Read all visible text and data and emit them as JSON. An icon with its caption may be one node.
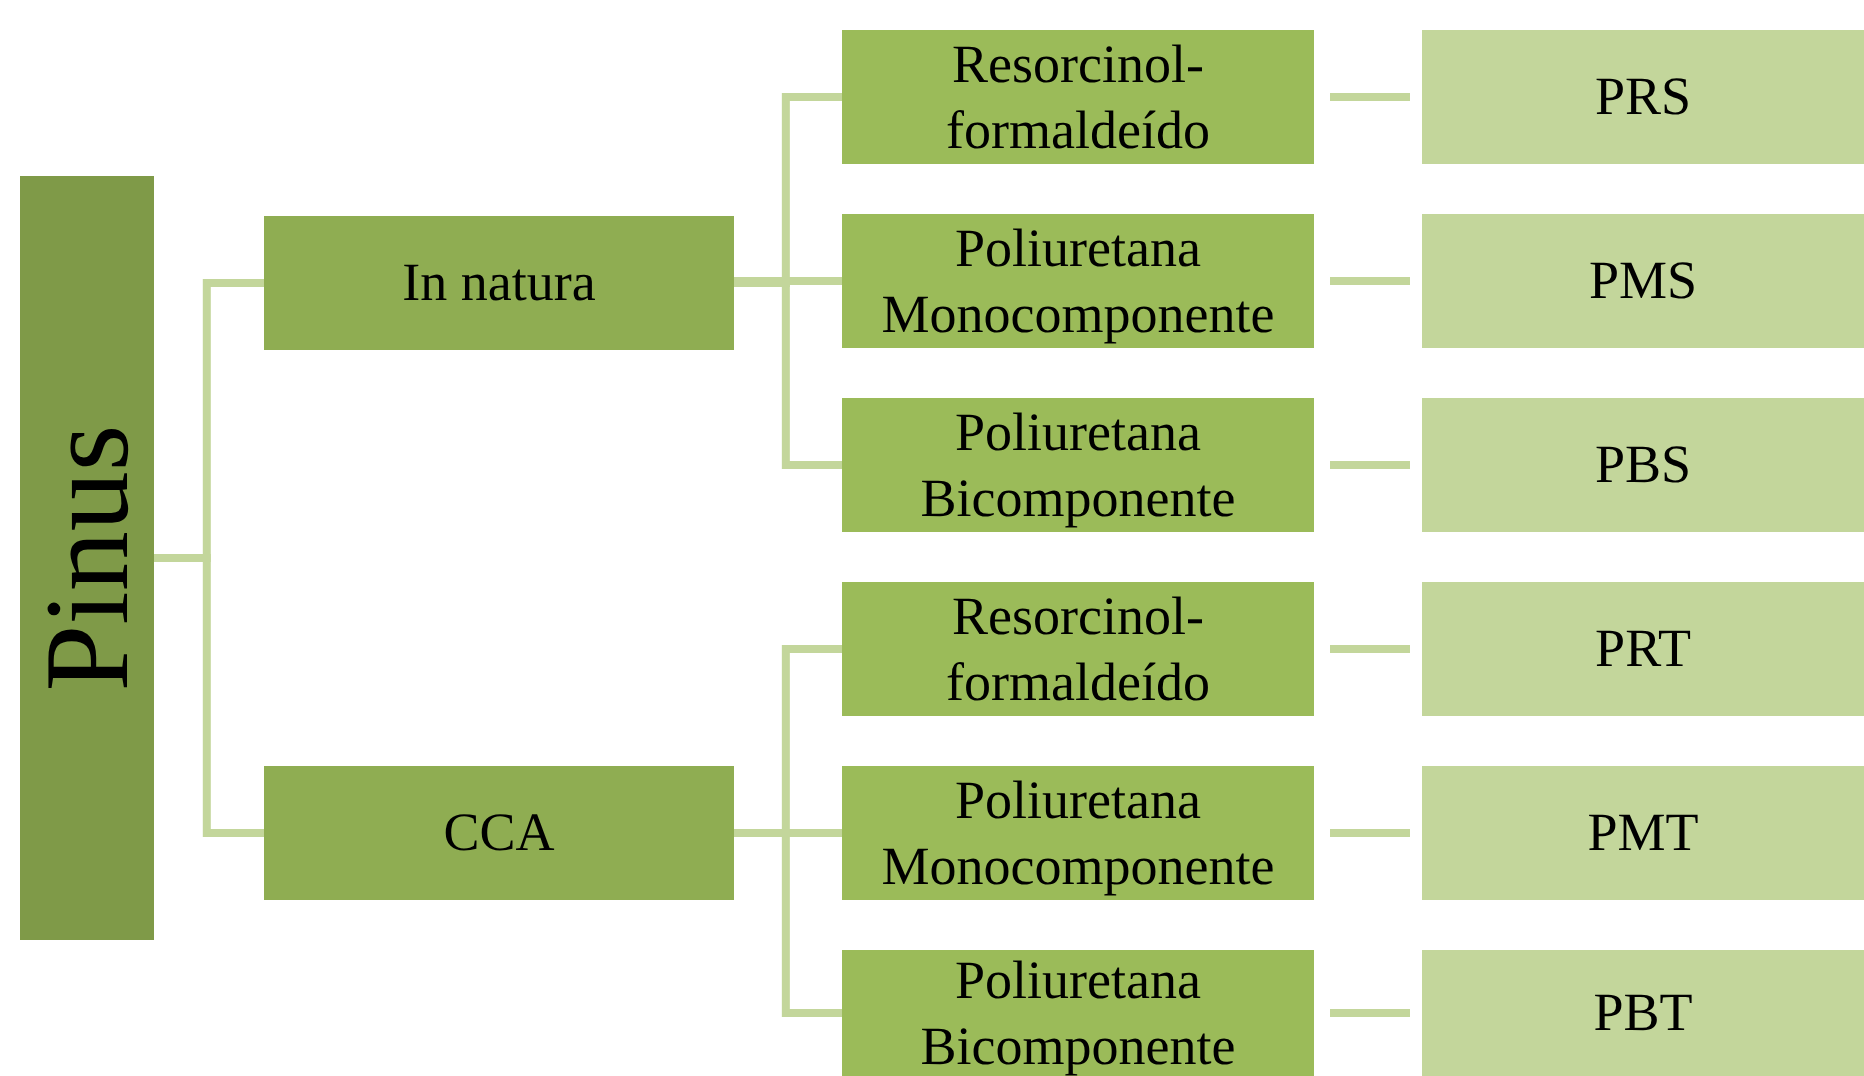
{
  "diagram": {
    "nodes": [
      {
        "text": [
          "Pinus"
        ]
      },
      {
        "text": [
          "In natura"
        ]
      },
      {
        "text": [
          "CCA"
        ]
      },
      {
        "text": [
          "Resorcinol- formaldeído"
        ]
      },
      {
        "text": [
          "Poliuretana Monocomponente"
        ]
      },
      {
        "text": [
          "Poliuretana Bicomponente"
        ]
      },
      {
        "text": [
          "Resorcinol- formaldeído"
        ]
      },
      {
        "text": [
          "Poliuretana Monocomponente"
        ]
      },
      {
        "text": [
          "Poliuretana Bicomponente"
        ]
      },
      {
        "text": [
          "PRS"
        ]
      },
      {
        "text": [
          "PMS"
        ]
      },
      {
        "text": [
          "PBS"
        ]
      },
      {
        "text": [
          "PRT"
        ]
      },
      {
        "text": [
          "PMT"
        ]
      },
      {
        "text": [
          "PBT"
        ]
      }
    ],
    "edges": [
      {
        "from": 0,
        "to": 1,
        "arrow": "none"
      },
      {
        "from": 0,
        "to": 2,
        "arrow": "none"
      },
      {
        "from": 1,
        "to": 3,
        "arrow": "none"
      },
      {
        "from": 1,
        "to": 4,
        "arrow": "none"
      },
      {
        "from": 1,
        "to": 5,
        "arrow": "none"
      },
      {
        "from": 2,
        "to": 6,
        "arrow": "none"
      },
      {
        "from": 2,
        "to": 7,
        "arrow": "none"
      },
      {
        "from": 2,
        "to": 8,
        "arrow": "none"
      },
      {
        "from": 3,
        "to": 9,
        "arrow": "none"
      },
      {
        "from": 4,
        "to": 10,
        "arrow": "none"
      },
      {
        "from": 5,
        "to": 11,
        "arrow": "none"
      },
      {
        "from": 6,
        "to": 12,
        "arrow": "none"
      },
      {
        "from": 7,
        "to": 13,
        "arrow": "none"
      },
      {
        "from": 8,
        "to": 14,
        "arrow": "none"
      }
    ]
  }
}
